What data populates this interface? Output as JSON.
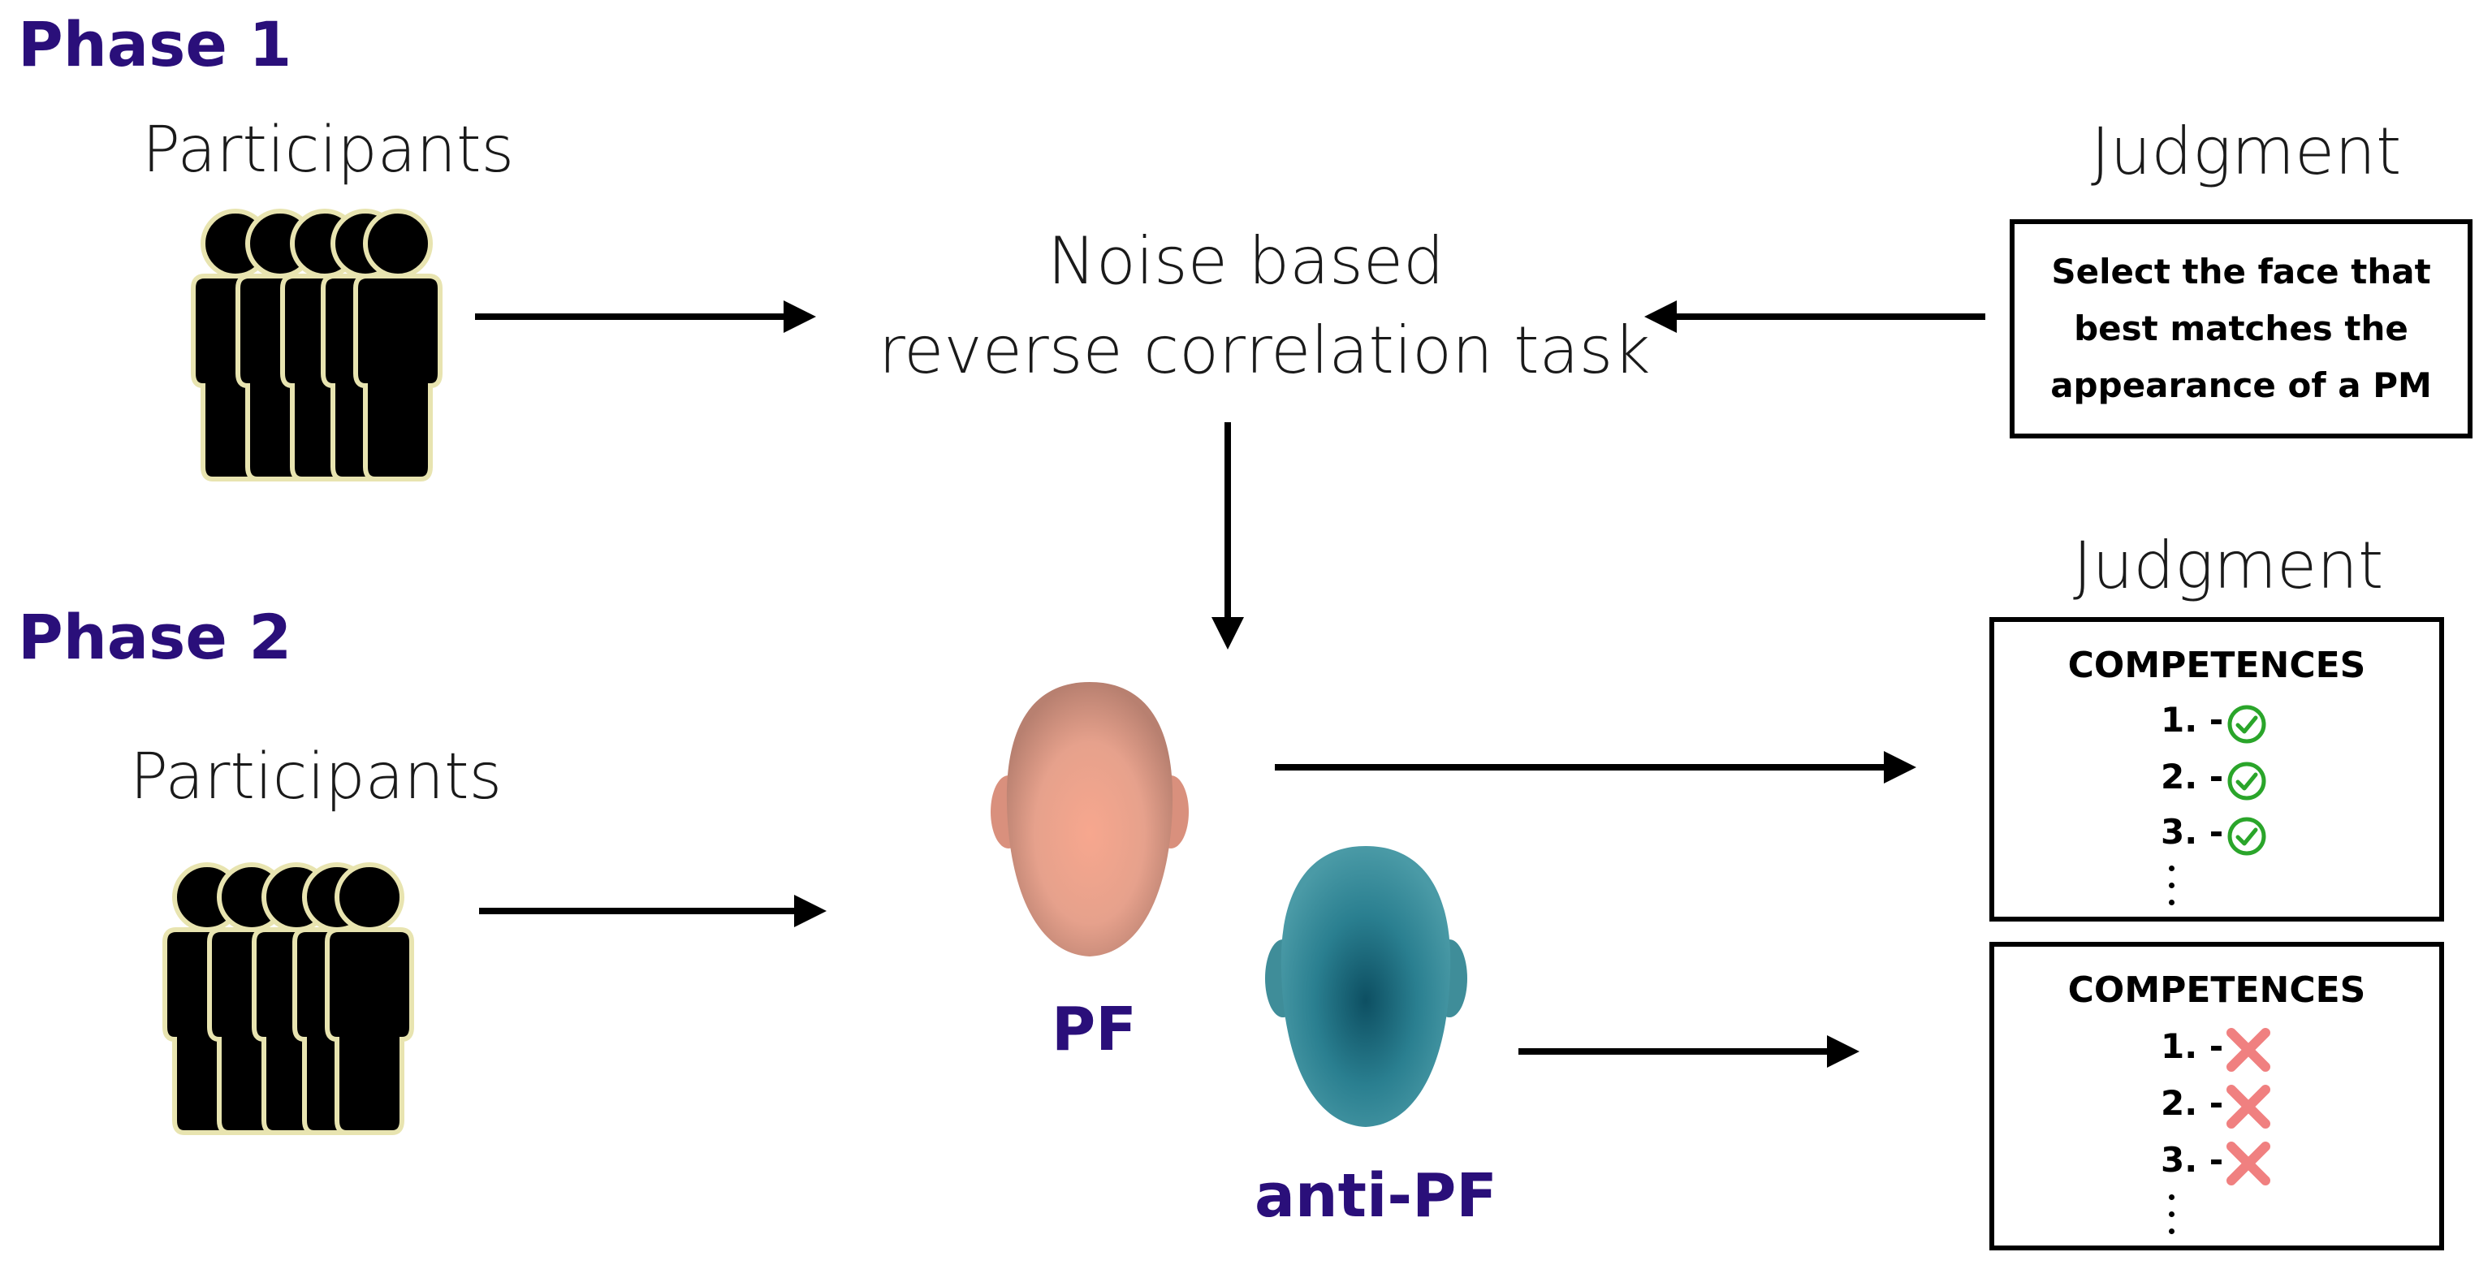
{
  "phase1": {
    "title": "Phase 1"
  },
  "phase2": {
    "title": "Phase 2"
  },
  "participants_label_1": "Participants",
  "participants_label_2": "Participants",
  "task": {
    "line1": "Noise based",
    "line2": "reverse correlation task"
  },
  "judgment1": {
    "label": "Judgment",
    "instruction": [
      "Select the face that",
      "best matches the",
      "appearance of a PM"
    ]
  },
  "judgment2": {
    "label": "Judgment",
    "pf_box": {
      "heading": "COMPETENCES",
      "items": [
        "1. -",
        "2. -",
        "3. -"
      ],
      "mark": "check"
    },
    "antipf_box": {
      "heading": "COMPETENCES",
      "items": [
        "1. -",
        "2. -",
        "3. -"
      ],
      "mark": "cross"
    }
  },
  "faces": {
    "pf_label": "PF",
    "antipf_label": "anti-PF"
  },
  "colors": {
    "phase": "#2a0f7a",
    "check": "#2aa52a",
    "cross": "#f08080",
    "pf_face": "#e6a18c",
    "antipf_face": "#2a7f90"
  },
  "icons": [
    "people-group-icon",
    "right-arrow-icon",
    "left-arrow-icon",
    "down-arrow-icon",
    "face-pf-icon",
    "face-antipf-icon",
    "check-icon",
    "cross-icon"
  ]
}
